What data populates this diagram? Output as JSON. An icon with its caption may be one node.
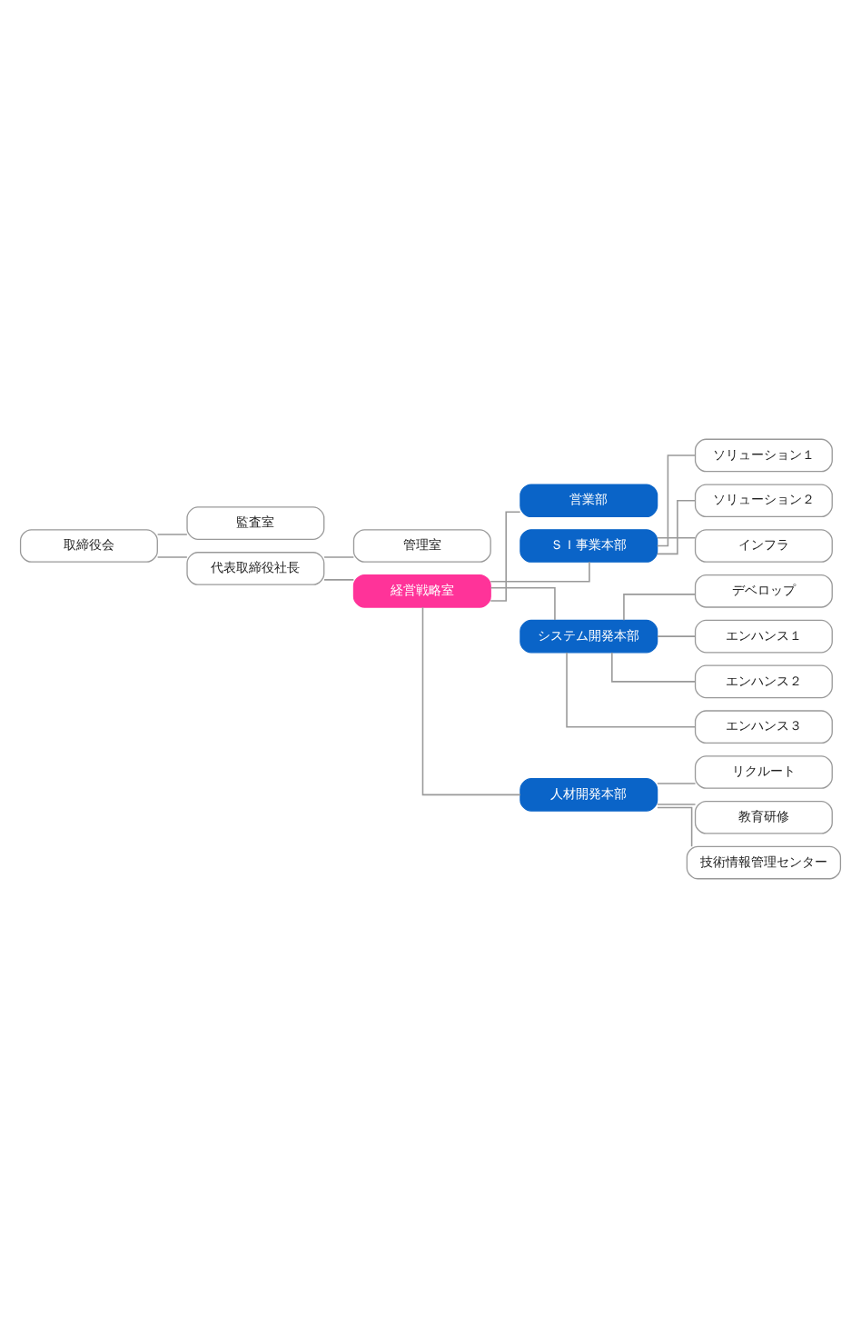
{
  "diagram": {
    "nodes": [
      {
        "text": [
          "取締役会"
        ]
      },
      {
        "text": [
          "監査室"
        ]
      },
      {
        "text": [
          "代表取締役社長"
        ]
      },
      {
        "text": [
          "管理室"
        ]
      },
      {
        "text": [
          "経営戦略室"
        ]
      },
      {
        "text": [
          "営業部"
        ]
      },
      {
        "text": [
          "ＳＩ事業本部"
        ]
      },
      {
        "text": [
          "システム開発本部"
        ]
      },
      {
        "text": [
          "人材開発本部"
        ]
      },
      {
        "text": [
          "ソリューション１"
        ]
      },
      {
        "text": [
          "ソリューション２"
        ]
      },
      {
        "text": [
          "インフラ"
        ]
      },
      {
        "text": [
          "デベロップ"
        ]
      },
      {
        "text": [
          "エンハンス１"
        ]
      },
      {
        "text": [
          "エンハンス２"
        ]
      },
      {
        "text": [
          "エンハンス３"
        ]
      },
      {
        "text": [
          "リクルート"
        ]
      },
      {
        "text": [
          "教育研修"
        ]
      },
      {
        "text": [
          "技術情報管理センター"
        ]
      }
    ],
    "edges": [
      {
        "from": 0,
        "to": 1,
        "arrow": "none"
      },
      {
        "from": 0,
        "to": 2,
        "arrow": "none"
      },
      {
        "from": 2,
        "to": 3,
        "arrow": "none"
      },
      {
        "from": 2,
        "to": 4,
        "arrow": "none"
      },
      {
        "from": 4,
        "to": 5,
        "arrow": "none"
      },
      {
        "from": 4,
        "to": 6,
        "arrow": "none"
      },
      {
        "from": 4,
        "to": 7,
        "arrow": "none"
      },
      {
        "from": 4,
        "to": 8,
        "arrow": "none"
      },
      {
        "from": 6,
        "to": 9,
        "arrow": "none"
      },
      {
        "from": 6,
        "to": 10,
        "arrow": "none"
      },
      {
        "from": 6,
        "to": 11,
        "arrow": "none"
      },
      {
        "from": 7,
        "to": 12,
        "arrow": "none"
      },
      {
        "from": 7,
        "to": 13,
        "arrow": "none"
      },
      {
        "from": 7,
        "to": 14,
        "arrow": "none"
      },
      {
        "from": 7,
        "to": 15,
        "arrow": "none"
      },
      {
        "from": 8,
        "to": 16,
        "arrow": "none"
      },
      {
        "from": 8,
        "to": 17,
        "arrow": "none"
      },
      {
        "from": 8,
        "to": 18,
        "arrow": "none"
      }
    ]
  }
}
